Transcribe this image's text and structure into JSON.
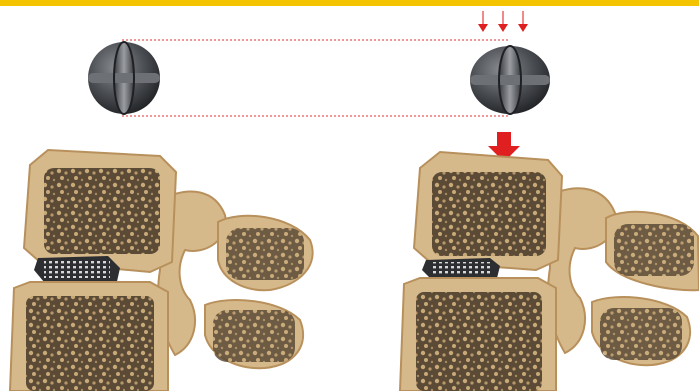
{
  "colors": {
    "accent_bar": "#f5c400",
    "guide_line": "#e03030",
    "force_arrow": "#e02020",
    "force_arrow_light": "#f08a8a",
    "bone_cortex": "#d6b98a",
    "bone_edge": "#b8905c",
    "bone_marrow": "#3a3024",
    "implant": "#4b4e53",
    "implant_dark": "#26282b"
  },
  "panels": [
    {
      "id": "left",
      "state": "unloaded",
      "icons": [
        "sphere-implant-icon",
        "spine-segment-illustration"
      ]
    },
    {
      "id": "right",
      "state": "compressed",
      "icons": [
        "force-arrows-icon",
        "sphere-implant-icon",
        "spine-segment-illustration"
      ]
    }
  ]
}
